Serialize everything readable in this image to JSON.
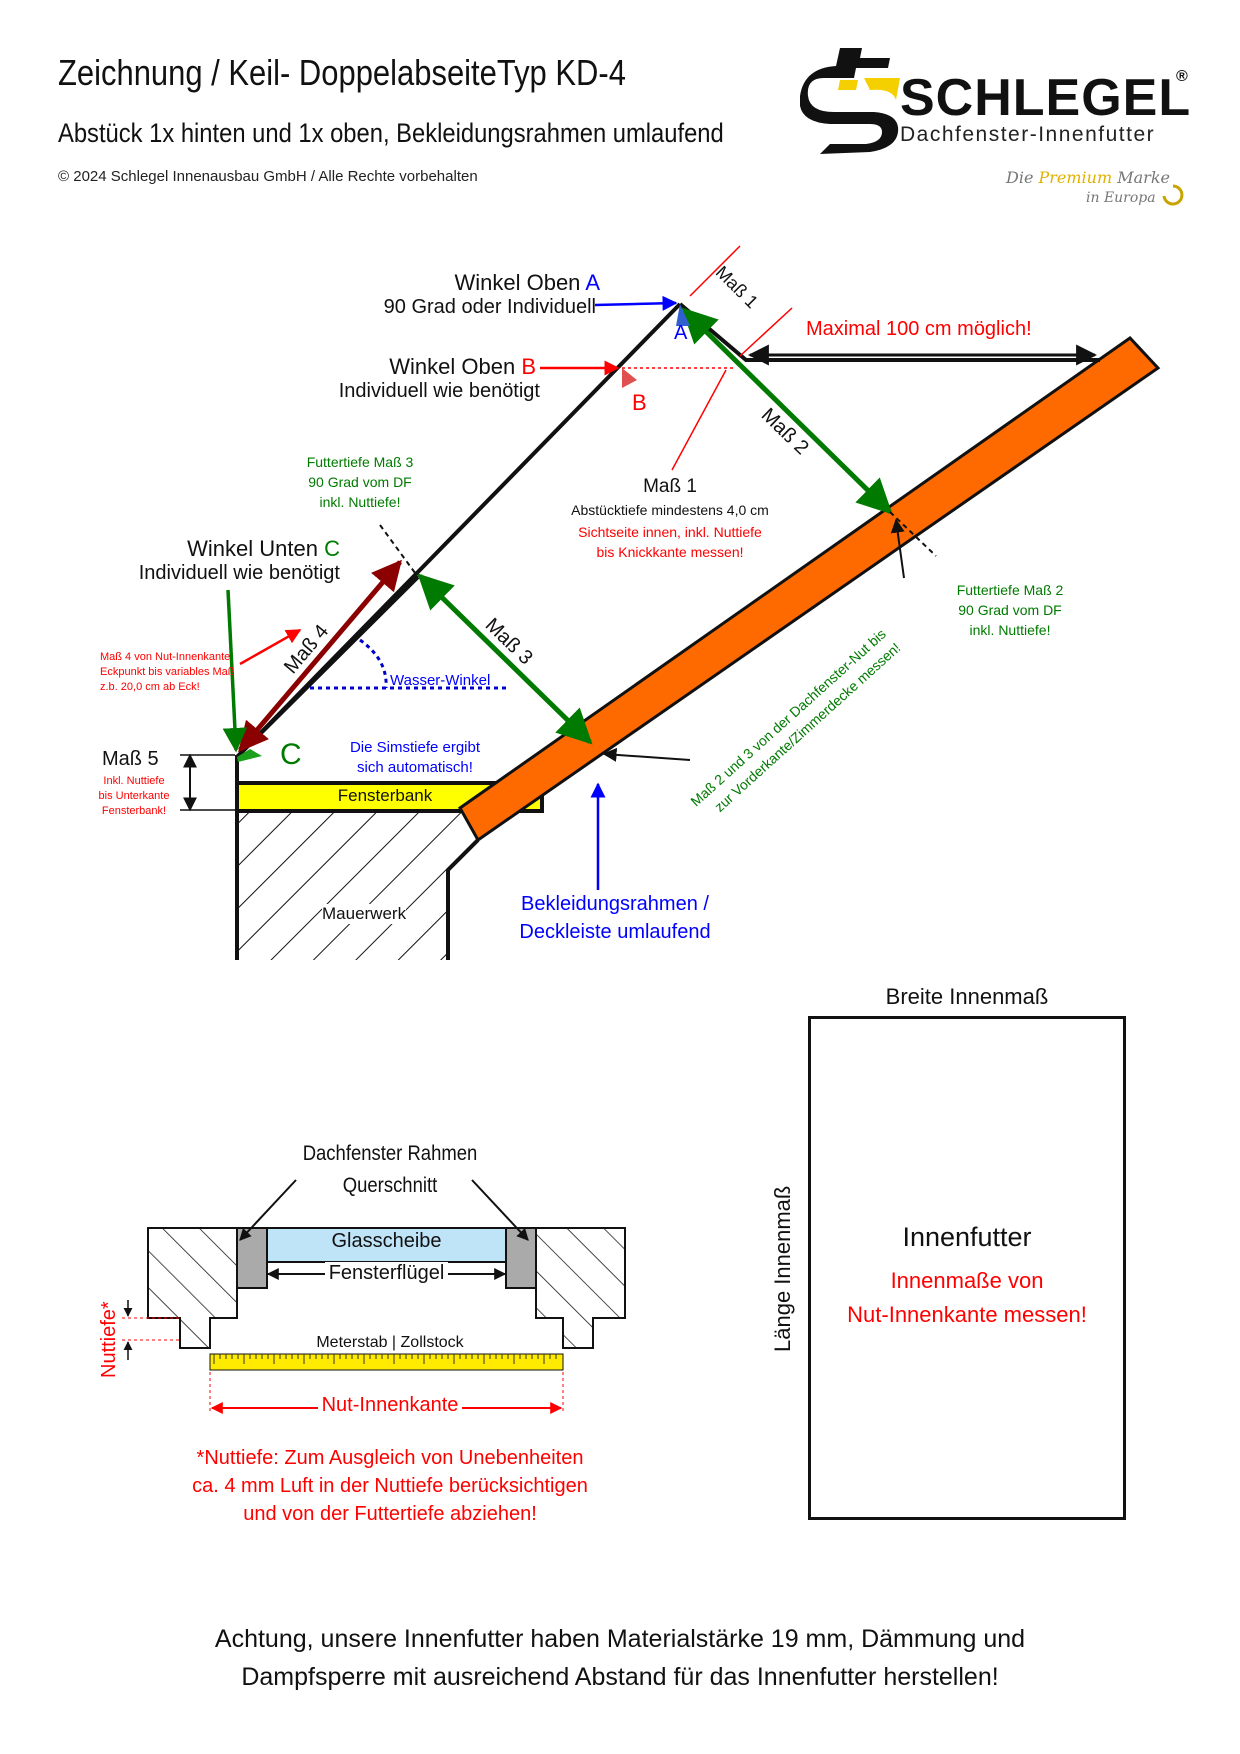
{
  "header": {
    "title": "Zeichnung / Keil- DoppelabseiteTyp KD-4",
    "subtitle": "Abstück 1x hinten und 1x oben, Bekleidungsrahmen umlaufend",
    "copyright": "2024 Schlegel Innenausbau GmbH / Alle Rechte vorbehalten"
  },
  "logo": {
    "name": "SCHLEGEL",
    "registered": "®",
    "tagline": "Dachfenster-Innenfutter",
    "claim_prefix": "Die ",
    "claim_highlight": "Premium",
    "claim_suffix": " Marke",
    "claim_line2": "in Europa"
  },
  "section_diagram": {
    "winkel_oben_a": {
      "label": "Winkel Oben ",
      "letter": "A",
      "desc": "90 Grad oder Individuell"
    },
    "winkel_oben_b": {
      "label": "Winkel Oben ",
      "letter": "B",
      "desc": "Individuell wie benötigt"
    },
    "winkel_unten_c": {
      "label": "Winkel Unten ",
      "letter": "C",
      "desc": "Individuell wie benötigt"
    },
    "mass1_tag": "Maß 1",
    "mass1_title": "Maß 1",
    "mass1_line1": "Abstücktiefe mindestens 4,0 cm",
    "mass1_line2": "Sichtseite innen, inkl. Nuttiefe",
    "mass1_line3": "bis Knickkante messen!",
    "mass2_tag": "Maß 2",
    "mass3_tag": "Maß 3",
    "mass4_tag": "Maß 4",
    "max100": "Maximal 100 cm möglich!",
    "futtertiefe3": [
      "Futtertiefe Maß 3",
      "90 Grad vom DF",
      "inkl. Nuttiefe!"
    ],
    "futtertiefe2": [
      "Futtertiefe Maß 2",
      "90 Grad vom DF",
      "inkl. Nuttiefe!"
    ],
    "mass4_note": [
      "Maß 4 von Nut-Innenkante",
      "Eckpunkt bis variables Maß",
      "z.b. 20,0 cm ab Eck!"
    ],
    "wasser_winkel": "Wasser-Winkel",
    "simstiefe": [
      "Die Simstiefe ergibt",
      "sich automatisch!"
    ],
    "mass5_title": "Maß 5",
    "mass5_note": [
      "Inkl. Nuttiefe",
      "bis Unterkante",
      "Fensterbank!"
    ],
    "fensterbank": "Fensterbank",
    "mauerwerk": "Mauerwerk",
    "mass23_note": [
      "Maß 2 und 3 von der Dachfenster-Nut bis",
      "zur Vorderkante/Zimmerdecke messen!"
    ],
    "bekleidung": [
      "Bekleidungsrahmen /",
      "Deckleiste umlaufend"
    ],
    "angle_a": "A",
    "angle_b": "B",
    "angle_c": "C"
  },
  "section_cross": {
    "title": [
      "Dachfenster Rahmen",
      "Querschnitt"
    ],
    "glasscheibe": "Glasscheibe",
    "fensterfluegel": "Fensterflügel",
    "nuttiefe": "Nuttiefe*",
    "meterstab": "Meterstab | Zollstock",
    "nut_innenkante": "Nut-Innenkante",
    "note": [
      "*Nuttiefe: Zum Ausgleich von Unebenheiten",
      "ca. 4 mm Luft in der Nuttiefe berücksichtigen",
      "und von der Futtertiefe abziehen!"
    ]
  },
  "section_box": {
    "breite": "Breite Innenmaß",
    "laenge": "Länge Innenmaß",
    "title": "Innenfutter",
    "note": [
      "Innenmaße von",
      "Nut-Innenkante messen!"
    ]
  },
  "footer": {
    "line1": "Achtung, unsere Innenfutter haben Materialstärke 19 mm, Dämmung und",
    "line2": "Dampfsperre mit ausreichend Abstand für das Innenfutter herstellen!"
  },
  "colors": {
    "orange": "#ff6a00",
    "yellow": "#ffff00",
    "green": "#007a00",
    "darkred": "#8b0000",
    "red": "#ff0000",
    "blue": "#0000ff",
    "glass": "#bfe3f7",
    "brand_yellow": "#f5d000"
  }
}
